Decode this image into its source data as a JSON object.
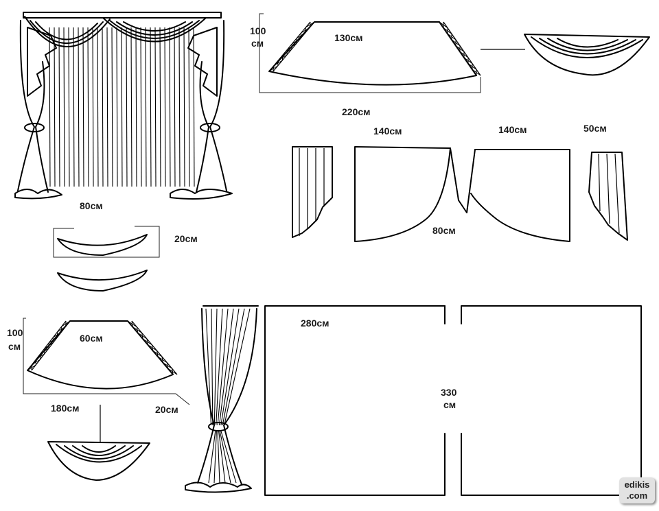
{
  "labels": {
    "swag_top_width": "130см",
    "swag_height_1": "100",
    "swag_height_1_unit": "см",
    "swag_bottom_width": "220см",
    "half_panel_left_width": "140см",
    "half_panel_right_width": "140см",
    "cascade_width": "50см",
    "half_panel_drop": "80см",
    "tieback_length": "80см",
    "tieback_width": "20см",
    "small_swag_height": "100",
    "small_swag_height_unit": "см",
    "small_swag_top_width": "60см",
    "small_swag_bottom_width": "180см",
    "small_swag_side": "20см",
    "panel_width": "280см",
    "panel_height": "330",
    "panel_height_unit": "см"
  },
  "watermark": {
    "line1": "edikis",
    "line2": ".com"
  }
}
